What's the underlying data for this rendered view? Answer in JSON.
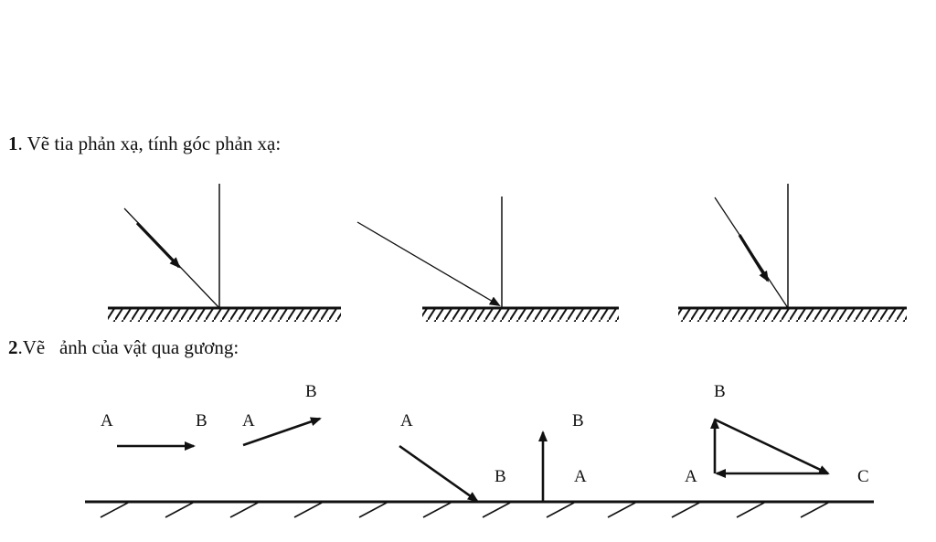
{
  "section1": {
    "number": "1",
    "text": ". Vẽ tia phản xạ, tính góc phản xạ:"
  },
  "section2": {
    "number": "2",
    "text": ".Vẽ   ảnh của vật qua gương:"
  },
  "figures2": {
    "fig1": {
      "label_a": "A",
      "label_b": "B"
    },
    "fig2": {
      "label_a": "A",
      "label_b": "B"
    },
    "fig3": {
      "label_a": "A",
      "label_b": "B"
    },
    "fig4": {
      "label_a": "A",
      "label_b": "B"
    },
    "fig5": {
      "label_a": "A",
      "label_b": "B",
      "label_c": "C"
    }
  }
}
